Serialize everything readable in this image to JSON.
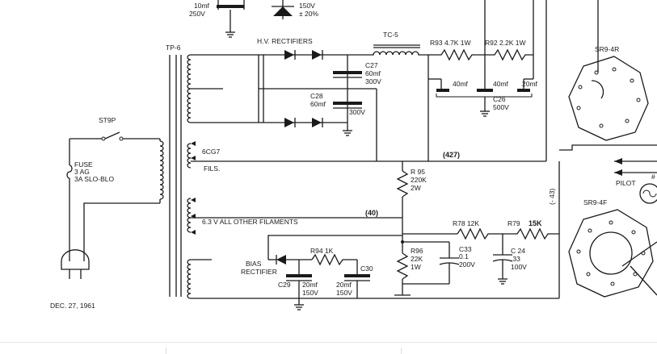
{
  "labels": {
    "top_cap_value": "10mf",
    "top_cap_voltage": "250V",
    "top_zener_voltage": "150V",
    "top_zener_tolerance": "± 20%",
    "hv_rectifiers": "H.V. RECTIFIERS",
    "tp6": "TP-6",
    "tc5": "TC-5",
    "r93": "R93 4.7K 1W",
    "r92": "R92 2.2K 1W",
    "sr9_4r": "SR9-4R",
    "c27": "C27",
    "c27_value": "60mf",
    "c27_voltage": "300V",
    "c28": "C28",
    "c28_value": "60mf",
    "c28_voltage": "300V",
    "c26_cap1": "40mf",
    "c26_cap2": "40mf",
    "c26_cap3": "20mf",
    "c26": "C26",
    "c26_voltage": "500V",
    "st9p": "ST9P",
    "fuse": "FUSE",
    "fuse_type": "3 AG",
    "fuse_rating": "3A SLO-BLO",
    "tube_6cg7": "6CG7",
    "fils": "FILS.",
    "node_427": "(427)",
    "r95": "R 95",
    "r95_value": "220K",
    "r95_power": "2W",
    "node_minus43": "(- 43)",
    "pilot": "PILOT",
    "sr9_4f": "SR9-4F",
    "node_40": "(40)",
    "other_filaments": "6.3 V ALL OTHER FILAMENTS",
    "r78": "R78  12K",
    "r79": "R79",
    "r79_value": "15K",
    "r94": "R94  1K",
    "bias": "BIAS",
    "rectifier": "RECTIFIER",
    "c30": "C30",
    "r96": "R96",
    "r96_value": "22K",
    "r96_power": "1W",
    "c33": "C33",
    "c33_value": "0.1",
    "c33_voltage": "200V",
    "c24": "C 24",
    "c24_value": ".33",
    "c24_voltage": "100V",
    "c29": "C29",
    "c29_value": "20mf",
    "c29_voltage": "150V",
    "c30_value": "20mf",
    "c30_voltage": "150V",
    "date": "DEC. 27, 1961"
  }
}
